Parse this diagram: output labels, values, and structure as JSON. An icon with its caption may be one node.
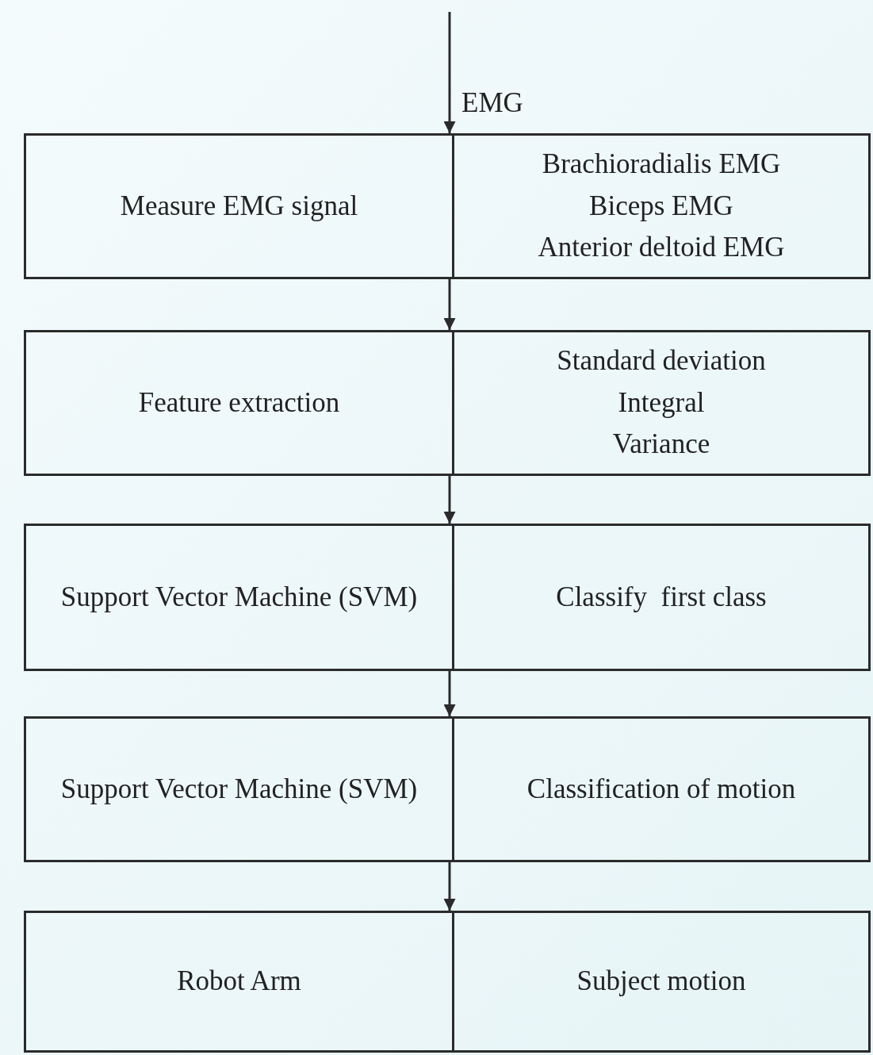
{
  "diagram": {
    "nodes": [
      {
        "text": [
          "Measure EMG signal",
          "Brachioradialis EMG",
          "Biceps EMG",
          "Anterior deltoid EMG"
        ]
      },
      {
        "text": [
          "Feature extraction",
          "Standard deviation",
          "Integral",
          "Variance"
        ]
      },
      {
        "text": [
          "Support Vector Machine (SVM)",
          "Classify  first class"
        ]
      },
      {
        "text": [
          "Support Vector Machine (SVM)",
          "Classification of motion"
        ]
      },
      {
        "text": [
          "Robot Arm",
          "Subject motion"
        ]
      }
    ],
    "edges": [
      {
        "from": null,
        "to": 0,
        "arrow": "to",
        "label": "EMG"
      },
      {
        "from": 0,
        "to": 1,
        "arrow": "to"
      },
      {
        "from": 1,
        "to": 2,
        "arrow": "to"
      },
      {
        "from": 2,
        "to": 3,
        "arrow": "to"
      },
      {
        "from": 3,
        "to": 4,
        "arrow": "to"
      }
    ]
  }
}
